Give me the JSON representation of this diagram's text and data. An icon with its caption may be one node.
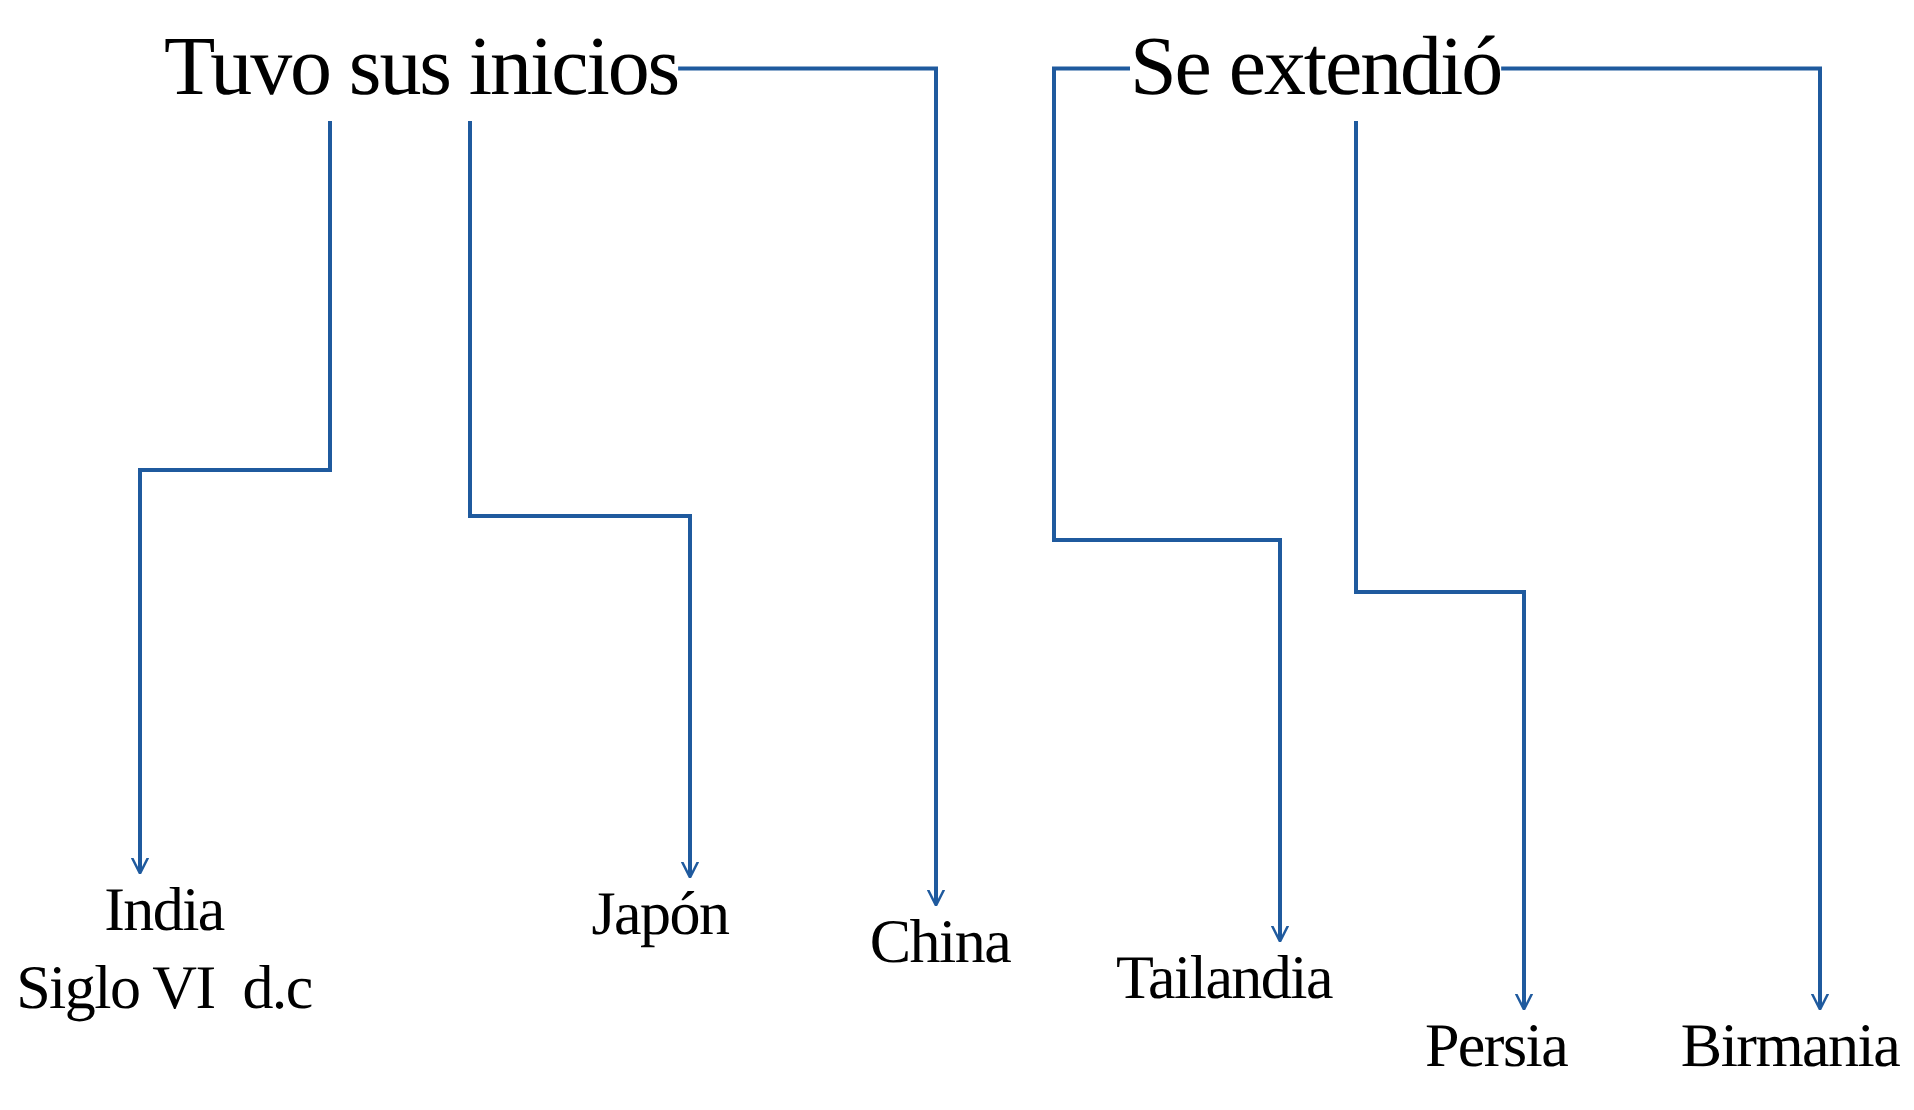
{
  "diagram": {
    "nodes": [
      {
        "text": [
          "Tuvo sus inicios"
        ]
      },
      {
        "text": [
          "Se extendió"
        ]
      },
      {
        "text": [
          "India",
          "Siglo VI  d.c"
        ]
      },
      {
        "text": [
          "Japón"
        ]
      },
      {
        "text": [
          "China"
        ]
      },
      {
        "text": [
          "Tailandia"
        ]
      },
      {
        "text": [
          "Persia"
        ]
      },
      {
        "text": [
          "Birmania"
        ]
      }
    ],
    "edges": [
      {
        "from": 0,
        "to": 2,
        "arrow": "to"
      },
      {
        "from": 0,
        "to": 3,
        "arrow": "to"
      },
      {
        "from": 0,
        "to": 4,
        "arrow": "to"
      },
      {
        "from": 1,
        "to": 5,
        "arrow": "to"
      },
      {
        "from": 1,
        "to": 6,
        "arrow": "to"
      },
      {
        "from": 1,
        "to": 7,
        "arrow": "to"
      }
    ]
  }
}
